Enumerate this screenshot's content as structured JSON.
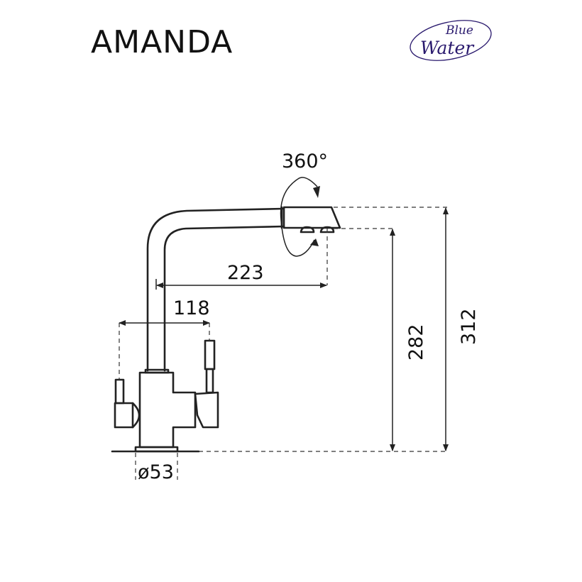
{
  "title": "AMANDA",
  "logo": {
    "line1": "Blue",
    "line2": "Water",
    "color": "#2a1a6e"
  },
  "dimensions": {
    "rotation": "360°",
    "spout_reach": "223",
    "handle_span": "118",
    "base_diameter": "ø53",
    "aerator_height": "282",
    "total_height": "312"
  }
}
